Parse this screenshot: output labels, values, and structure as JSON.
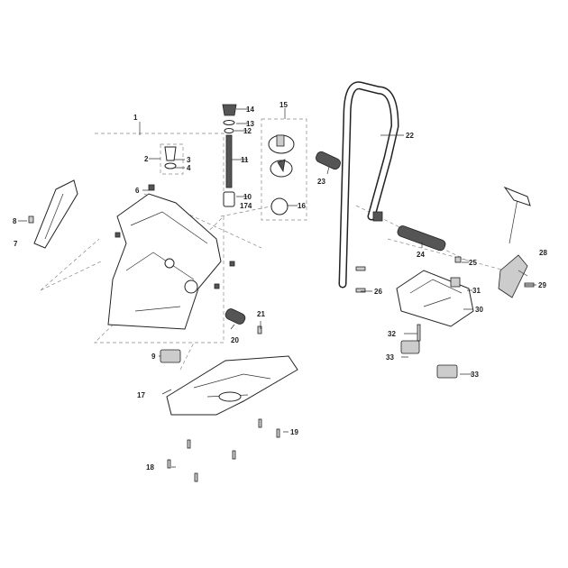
{
  "diagram": {
    "type": "exploded parts diagram",
    "callouts": {
      "c1": "1",
      "c2": "2",
      "c3": "3",
      "c4": "4",
      "c6": "6",
      "c7": "7",
      "c8": "8",
      "c9": "9",
      "c10": "10",
      "c174": "174",
      "c11": "11",
      "c12": "12",
      "c13": "13",
      "c14": "14",
      "c15": "15",
      "c16": "16",
      "c17": "17",
      "c18": "18",
      "c19": "19",
      "c20": "20",
      "c21": "21",
      "c22": "22",
      "c23": "23",
      "c24": "24",
      "c25": "25",
      "c26": "26",
      "c28": "28",
      "c29": "29",
      "c30": "30",
      "c31": "31",
      "c32": "32",
      "c33a": "33",
      "c33b": "33"
    }
  }
}
